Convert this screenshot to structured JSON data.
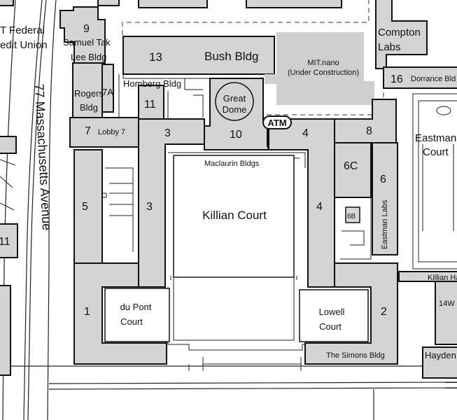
{
  "labels": {
    "credit_union_line1": "T Federal",
    "credit_union_line2": "edit Union",
    "samuel_tak_lee_line1": "Samuel Tak",
    "samuel_tak_lee_line2": "Lee Bldg",
    "bldg_9": "9",
    "bldg_13": "13",
    "bush_bldg": "Bush Bldg",
    "mit_nano_line1": "MIT.nano",
    "mit_nano_line2": "(Under Construction)",
    "compton_line1": "Compton",
    "compton_line2": "Labs",
    "bldg_16": "16",
    "dorrance_bldg": "Dorrance Bld",
    "rogers_line1": "Rogers",
    "rogers_line2": "Bldg",
    "bldg_7a": "7A",
    "homberg_bldg": "Homberg Bldg",
    "bldg_11": "11",
    "great_dome_line1": "Great",
    "great_dome_line2": "Dome",
    "atm": "ATM",
    "bldg_7": "7",
    "lobby_7": "Lobby 7",
    "bldg_3_top": "3",
    "bldg_10": "10",
    "bldg_4_top": "4",
    "bldg_8": "8",
    "eastman_court_line1": "Eastman",
    "eastman_court_line2": "Court",
    "maclaurin_bldgs": "Maclaurin Bldgs",
    "bldg_6c": "6C",
    "bldg_6": "6",
    "bldg_5": "5",
    "bldg_3_mid": "3",
    "killian_court": "Killian Court",
    "bldg_4_mid": "4",
    "bldg_6b": "6B",
    "eastman_labs": "Eastman Labs",
    "massachusetts_ave": "77 Massachusetts Avenue",
    "bldg_11_left": "11",
    "killian_hall": "Killian Ha",
    "bldg_14w": "14W",
    "bldg_1": "1",
    "du_pont_line1": "du Pont",
    "du_pont_line2": "Court",
    "lowell_line1": "Lowell",
    "lowell_line2": "Court",
    "bldg_2": "2",
    "simons_bldg": "The Simons Bldg",
    "hayden": "Hayden"
  },
  "colors": {
    "building_fill": "#d4d4d4",
    "under_construction_fill": "#cfcfcf",
    "construction_fence": "#9a9a9a",
    "outline": "#111111",
    "background": "#ffffff"
  }
}
